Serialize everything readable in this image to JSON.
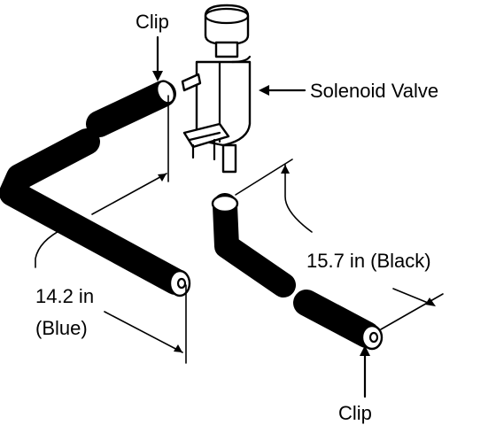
{
  "labels": {
    "clip_top": "Clip",
    "solenoid_valve": "Solenoid Valve",
    "blue_length": "14.2 in",
    "blue_color": "(Blue)",
    "black_length": "15.7 in (Black)",
    "clip_bottom": "Clip"
  },
  "icons": {
    "arrow": "arrow-icon"
  }
}
